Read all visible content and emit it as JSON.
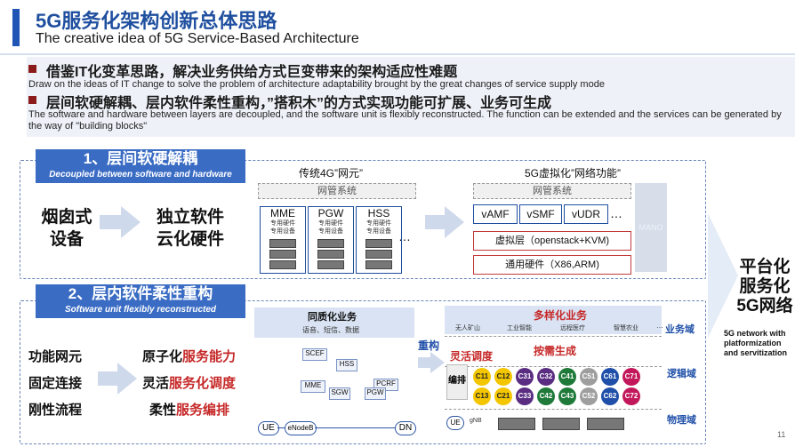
{
  "header": {
    "title_cn": "5G服务化架构创新总体思路",
    "title_en": "The creative idea of 5G Service-Based Architecture",
    "page_number": "11"
  },
  "summary": {
    "items": [
      {
        "cn": "借鉴IT化变革思路，解决业务供给方式巨变带来的架构适应性难题",
        "en": "Draw on the ideas of IT change to solve the problem of architecture adaptability brought by the great changes of service supply mode"
      },
      {
        "cn": "层间软硬解耦、层内软件柔性重构，”搭积木”的方式实现功能可扩展、业务可生成",
        "en": "The software and hardware between layers are decoupled, and the software unit is flexibly reconstructed. The function can be extended and the services can be generated by the way of \"building blocks\""
      }
    ]
  },
  "panel1": {
    "header_cn": "1、层间软硬解耦",
    "header_en": "Decoupled between software and hardware",
    "left_text": [
      "烟囱式",
      "设备"
    ],
    "mid_text": [
      "独立软件",
      "云化硬件"
    ],
    "traditional_title": "传统4G”网元”",
    "mgmt_label": "网管系统",
    "nfs": [
      {
        "name": "MME",
        "sub": "专用硬件专用设备"
      },
      {
        "name": "PGW",
        "sub": "专用硬件专用设备"
      },
      {
        "name": "HSS",
        "sub": "专用硬件专用设备"
      }
    ],
    "ellipsis": "…",
    "virtual_title": "5G虚拟化”网络功能”",
    "vnfs": [
      "vAMF",
      "vSMF",
      "vUDR"
    ],
    "virtual_layer": "虚拟层（openstack+KVM)",
    "hardware_layer": "通用硬件（X86,ARM)",
    "mano": "MANO"
  },
  "panel2": {
    "header_cn": "2、层内软件柔性重构",
    "header_en": "Software unit flexibly reconstructed",
    "left_items": [
      "功能网元",
      "固定连接",
      "刚性流程"
    ],
    "mid_items": [
      {
        "a": "原子化",
        "b": "服务能力"
      },
      {
        "a": "灵活",
        "b": "服务化调度"
      },
      {
        "a": "柔性",
        "b": "服务编排"
      }
    ],
    "homog_title": "同质化业务",
    "homog_sub": "语音、短信、数据",
    "diagram_nodes": [
      "SCEF",
      "HSS",
      "MME",
      "PCRF",
      "SGW",
      "PGW",
      "UE",
      "eNodeB",
      "DN"
    ],
    "restructure": "重构",
    "diverse_title": "多样化业务",
    "diverse_items": [
      "无人矿山",
      "工业智能",
      "远程医疗",
      "智慧农业",
      "…"
    ],
    "flex_sched": "灵活调度",
    "on_demand": "按需生成",
    "orchestrate": "编排",
    "row1": [
      "C11",
      "C12",
      "C31",
      "C32",
      "C41",
      "C51",
      "C61",
      "C71"
    ],
    "row2": [
      "C13",
      "C21",
      "C33",
      "C42",
      "C43",
      "C52",
      "C62",
      "C72"
    ],
    "domains": [
      "业务域",
      "逻辑域",
      "物理域"
    ],
    "ue_label": "UE",
    "gnb_label": "gNB"
  },
  "right": {
    "cn": [
      "平台化",
      "服务化",
      "5G网络"
    ],
    "en": "5G network with platformization and servitization"
  }
}
